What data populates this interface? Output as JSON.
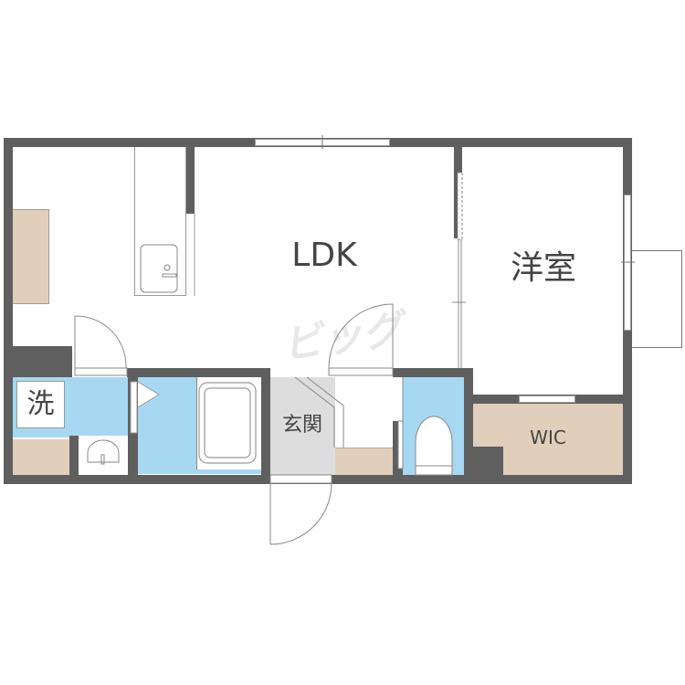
{
  "floorplan": {
    "colors": {
      "wall": "#5f5f5f",
      "wet_area": "#a6d8f2",
      "storage": "#e1cfbb",
      "entrance": "#dddddd",
      "fixture_line": "#888888"
    },
    "rooms": {
      "ldk": {
        "label": "LDK"
      },
      "western_room": {
        "label": "洋室"
      },
      "wic": {
        "label": "WIC"
      },
      "entrance": {
        "label": "玄関"
      },
      "laundry": {
        "label": "洗"
      }
    },
    "watermark": {
      "text": "ビッグ"
    }
  }
}
